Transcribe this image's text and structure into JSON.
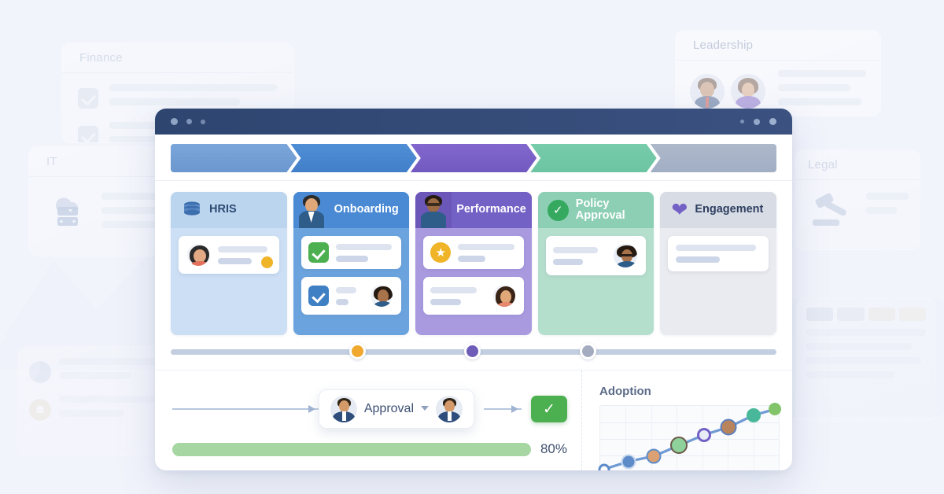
{
  "background_cards": [
    {
      "id": "finance",
      "title": "Finance",
      "icon": "checklist-icon"
    },
    {
      "id": "it",
      "title": "IT",
      "icon": "cloud-server-icon"
    },
    {
      "id": "legal",
      "title": "Legal",
      "icon": "gavel-icon"
    },
    {
      "id": "leadership",
      "title": "Leadership",
      "icon": "people-icon"
    }
  ],
  "window": {
    "titlebar": {
      "left_dots": [
        "dot-1",
        "dot-2",
        "dot-3"
      ],
      "right_dots": [
        "dot-4",
        "dot-5",
        "dot-6"
      ]
    },
    "chevron_steps": [
      {
        "label": "",
        "color": "#6c9ad4"
      },
      {
        "label": "",
        "color": "#4a86d0"
      },
      {
        "label": "",
        "color": "#7c5fc6"
      },
      {
        "label": "",
        "color": "#6ec8a8"
      },
      {
        "label": "",
        "color": "#a8b4c9"
      }
    ],
    "cards": [
      {
        "title": "HRIS",
        "icon": "database-icon",
        "header_bg": "#bcd5ef",
        "body_bg": "#ccdff4",
        "title_color": "#2d4a73",
        "accent": "#4a7fc1"
      },
      {
        "title": "Onboarding",
        "icon": "avatar-icon",
        "header_bg": "#4a8ad4",
        "body_bg": "#6ba3de",
        "title_color": "#ffffff",
        "accent": "#3d7bc4"
      },
      {
        "title": "Performance",
        "icon": "avatar-icon",
        "header_bg": "#7461c5",
        "body_bg": "#a99ae0",
        "title_color": "#ffffff",
        "accent": "#6d58bd"
      },
      {
        "title": "Policy Approval",
        "icon": "check-circle-icon",
        "header_bg": "#8ccfb4",
        "body_bg": "#b5dfcd",
        "title_color": "#ffffff",
        "accent": "#35a95f"
      },
      {
        "title": "Engagement",
        "icon": "heart-icon",
        "header_bg": "#d8dce5",
        "body_bg": "#e9ebf0",
        "title_color": "#2d3f60",
        "accent": "#7461c5"
      }
    ],
    "timeline": {
      "dots": [
        {
          "name": "timeline-dot-orange",
          "color": "#f0a92e",
          "position_pct": 30
        },
        {
          "name": "timeline-dot-purple",
          "color": "#6d5cb8",
          "position_pct": 49
        },
        {
          "name": "timeline-dot-gray",
          "color": "#a4adc0",
          "position_pct": 68
        }
      ]
    },
    "approval_flow": {
      "label": "Approval",
      "dropdown_icon": "chevron-down-icon",
      "confirm_icon": "check-icon",
      "left_avatar": "avatar-male-suit",
      "right_avatar": "avatar-male-suit-2"
    },
    "progress": {
      "value": 80,
      "label": "80%",
      "fill_color": "#5cad57",
      "track_color": "#a6d6a2"
    },
    "adoption": {
      "title": "Adoption"
    }
  },
  "chart_data": {
    "type": "line",
    "title": "Adoption",
    "xlabel": "",
    "ylabel": "",
    "x": [
      0,
      1,
      2,
      3,
      4,
      5,
      6,
      7
    ],
    "values": [
      4,
      16,
      24,
      40,
      56,
      68,
      86,
      95
    ],
    "ylim": [
      0,
      100
    ],
    "grid": true,
    "legend": "none",
    "markers": [
      {
        "x": 0,
        "y": 4,
        "kind": "ring",
        "color": "#4a7fc1"
      },
      {
        "x": 1,
        "y": 16,
        "kind": "avatar",
        "color": "#4a7fc1"
      },
      {
        "x": 2,
        "y": 24,
        "kind": "avatar",
        "color": "#e0a070"
      },
      {
        "x": 3,
        "y": 40,
        "kind": "avatar",
        "color": "#8ed19a"
      },
      {
        "x": 4,
        "y": 56,
        "kind": "ring",
        "color": "#7461c5"
      },
      {
        "x": 5,
        "y": 68,
        "kind": "avatar",
        "color": "#5d7fbe"
      },
      {
        "x": 6,
        "y": 86,
        "kind": "dot",
        "color": "#49b89a"
      },
      {
        "x": 7,
        "y": 95,
        "kind": "dot",
        "color": "#82c46a"
      }
    ],
    "line_color": "#6f9ad3"
  }
}
